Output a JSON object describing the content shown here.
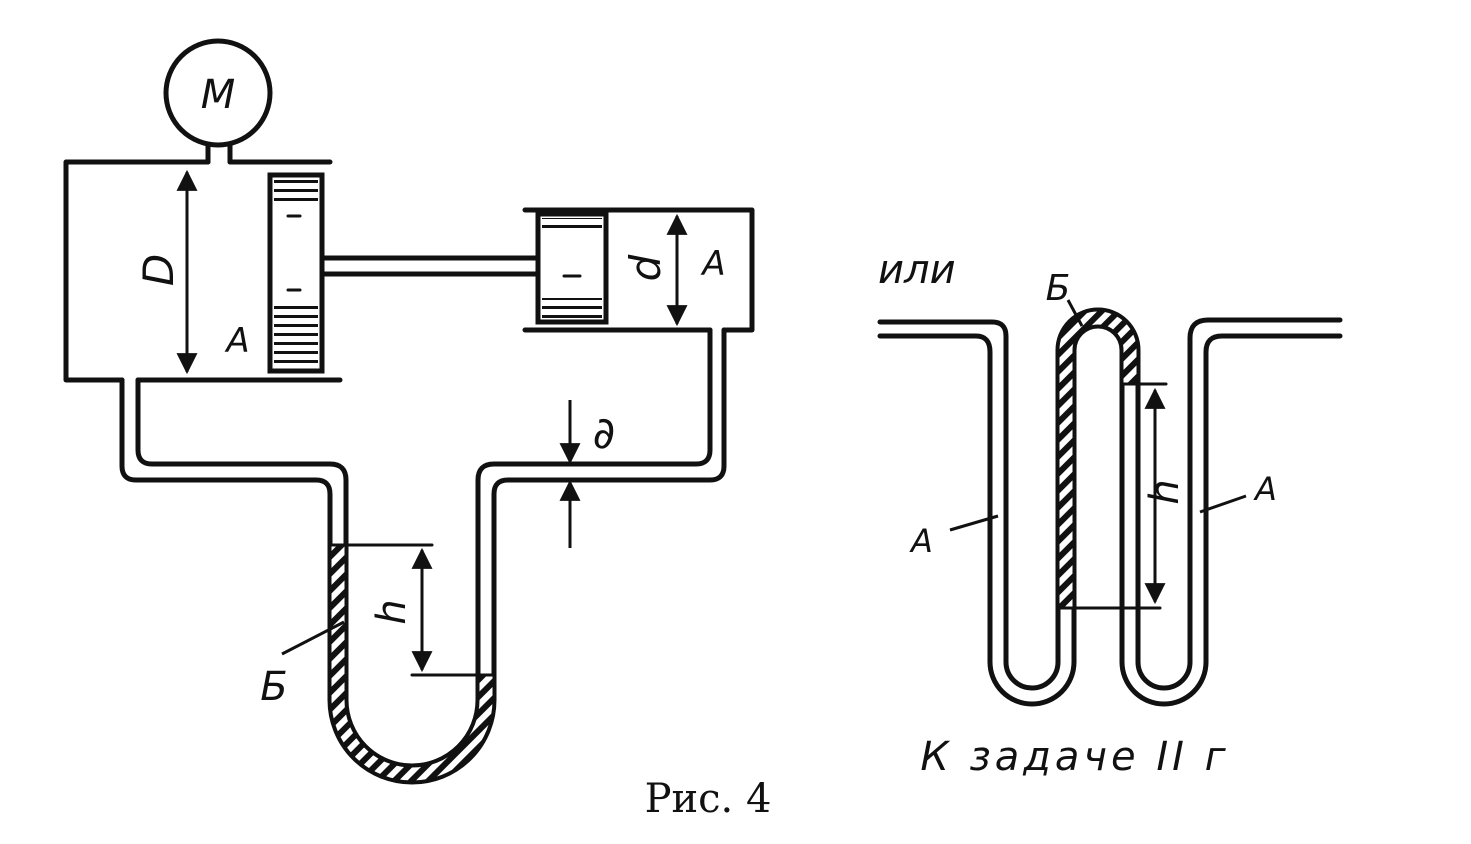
{
  "labels": {
    "gauge": "М",
    "big_diameter": "D",
    "big_chamber": "А",
    "small_diameter": "d",
    "small_chamber": "А",
    "wall_thickness": "∂",
    "height": "h",
    "liquid": "Б"
  },
  "alt_labels": {
    "or": "или",
    "liquid": "Б",
    "height": "h",
    "left_fluid": "А",
    "right_fluid": "А"
  },
  "captions": {
    "figure": "Рис. 4",
    "problem": "К задаче II г"
  },
  "colors": {
    "ink": "#111111",
    "paper": "#ffffff"
  }
}
